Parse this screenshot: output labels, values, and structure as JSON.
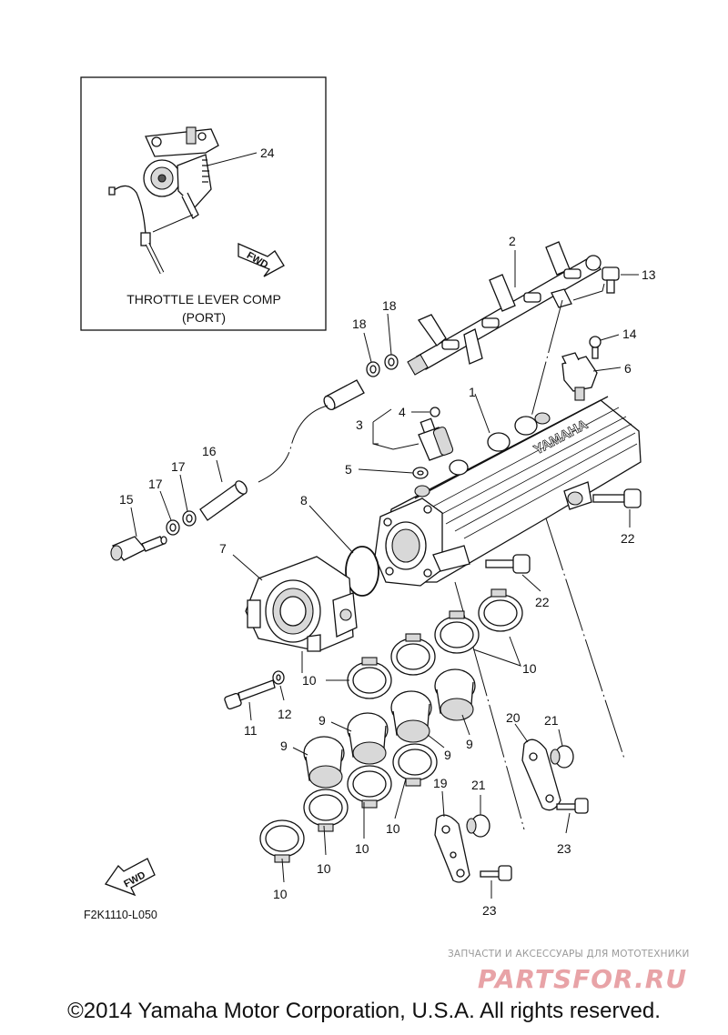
{
  "inset": {
    "title_line1": "THROTTLE LEVER COMP",
    "title_line2": "(PORT)",
    "fwd_label": "FWD"
  },
  "fwd_label": "FWD",
  "diagram_code": "F2K1110-L050",
  "parts": {
    "p1": "1",
    "p2": "2",
    "p3": "3",
    "p4": "4",
    "p5": "5",
    "p6": "6",
    "p7": "7",
    "p8": "8",
    "p9": "9",
    "p10": "10",
    "p11": "11",
    "p12": "12",
    "p13": "13",
    "p14": "14",
    "p15": "15",
    "p16": "16",
    "p17": "17",
    "p18": "18",
    "p19": "19",
    "p20": "20",
    "p21": "21",
    "p22": "22",
    "p23": "23",
    "p24": "24"
  },
  "watermark": {
    "caption": "ЗАПЧАСТИ И АКСЕССУАРЫ ДЛЯ МОТОТЕХНИКИ",
    "brand_left": "PARTS",
    "brand_mid": "FOR",
    "brand_right": ".RU",
    "brand_color": "#e8a3a7"
  },
  "footer": "©2014 Yamaha Motor Corporation, U.S.A. All rights reserved."
}
